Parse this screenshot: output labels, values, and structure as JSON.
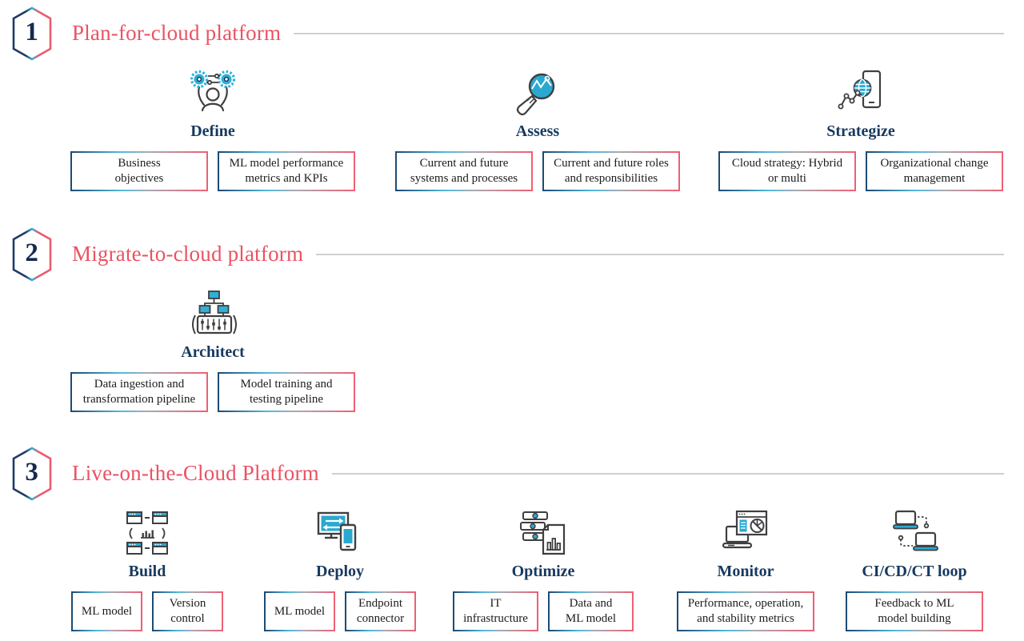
{
  "palette": {
    "title_red": "#eb5263",
    "label_navy": "#17395f",
    "icon_teal": "#2aa9d0",
    "rule_gray": "#cfcfcf",
    "border_gradient_left": "#1d4973",
    "border_gradient_right": "#ee6073"
  },
  "sections": [
    {
      "number": "1",
      "title": "Plan-for-cloud platform",
      "columns": [
        {
          "label": "Define",
          "icon": "gears-person-icon",
          "boxes": [
            "Business\nobjectives",
            "ML model performance\nmetrics and KPIs"
          ]
        },
        {
          "label": "Assess",
          "icon": "magnifier-chart-icon",
          "boxes": [
            "Current and future\nsystems and processes",
            "Current and future roles\nand responsibilities"
          ]
        },
        {
          "label": "Strategize",
          "icon": "phone-globe-icon",
          "boxes": [
            "Cloud strategy: Hybrid\nor multi",
            "Organizational change\nmanagement"
          ]
        }
      ]
    },
    {
      "number": "2",
      "title": "Migrate-to-cloud platform",
      "columns": [
        {
          "label": "Architect",
          "icon": "console-network-icon",
          "boxes": [
            "Data ingestion and\ntransformation pipeline",
            "Model training and\ntesting pipeline"
          ]
        }
      ]
    },
    {
      "number": "3",
      "title": "Live-on-the-Cloud Platform",
      "columns": [
        {
          "label": "Build",
          "icon": "windows-chart-icon",
          "boxes": [
            "ML model",
            "Version\ncontrol"
          ]
        },
        {
          "label": "Deploy",
          "icon": "monitor-phone-icon",
          "boxes": [
            "ML model",
            "Endpoint\nconnector"
          ]
        },
        {
          "label": "Optimize",
          "icon": "servers-report-icon",
          "boxes": [
            "IT\ninfrastructure",
            "Data and\nML model"
          ]
        },
        {
          "label": "Monitor",
          "icon": "dashboard-laptop-icon",
          "boxes": [
            "Performance, operation,\nand stability metrics"
          ]
        },
        {
          "label": "CI/CD/CT loop",
          "icon": "laptops-loop-icon",
          "boxes": [
            "Feedback to ML\nmodel building"
          ]
        }
      ]
    }
  ]
}
